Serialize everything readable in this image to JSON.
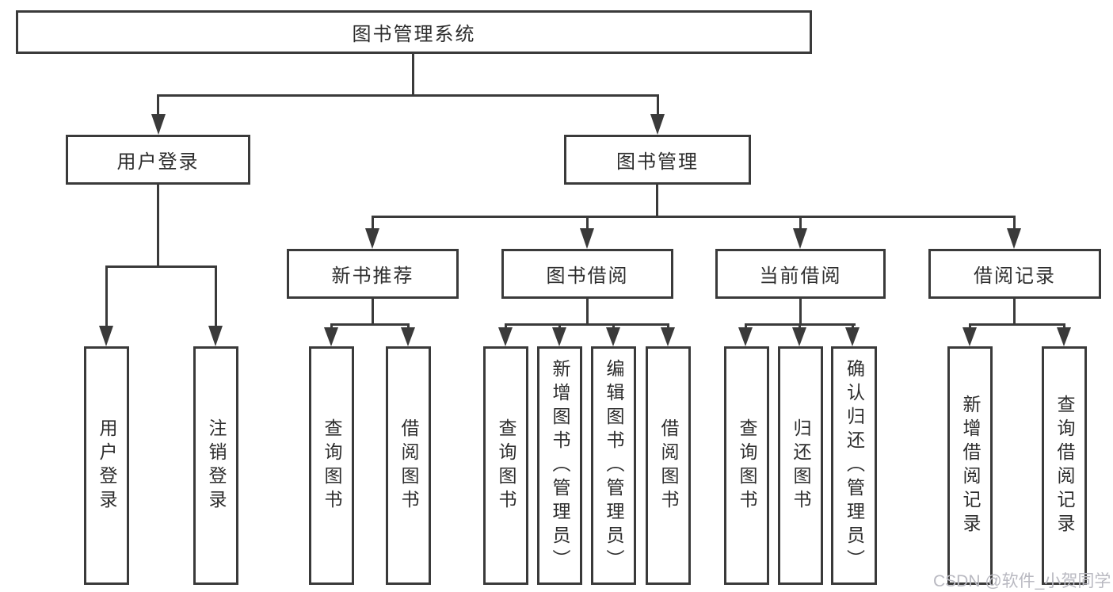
{
  "diagram_title": "图书管理系统",
  "watermark": "CSDN @软件_小贺同学",
  "colors": {
    "line": "#3a3a3a",
    "background": "#ffffff",
    "watermark_text": "#b9b9c1"
  },
  "nodes": {
    "root": {
      "label": "图书管理系统"
    },
    "user_login": {
      "label": "用户登录"
    },
    "book_mgmt": {
      "label": "图书管理"
    },
    "leaf_user_login": {
      "label": "用户登录"
    },
    "leaf_logout": {
      "label": "注销登录"
    },
    "new_book_rec": {
      "label": "新书推荐"
    },
    "book_borrow": {
      "label": "图书借阅"
    },
    "current_borrow": {
      "label": "当前借阅"
    },
    "borrow_records": {
      "label": "借阅记录"
    },
    "nbr_query_book": {
      "label": "查询图书"
    },
    "nbr_borrow_book": {
      "label": "借阅图书"
    },
    "bb_query_book": {
      "label": "查询图书"
    },
    "bb_add_book": {
      "label": "新增图书（管理员）"
    },
    "bb_edit_book": {
      "label": "编辑图书（管理员）"
    },
    "bb_borrow_book": {
      "label": "借阅图书"
    },
    "cb_query_book": {
      "label": "查询图书"
    },
    "cb_return_book": {
      "label": "归还图书"
    },
    "cb_confirm_return": {
      "label": "确认归还（管理员）"
    },
    "br_add_record": {
      "label": "新增借阅记录"
    },
    "br_query_record": {
      "label": "查询借阅记录"
    }
  },
  "edges": [
    [
      "root",
      "user_login"
    ],
    [
      "root",
      "book_mgmt"
    ],
    [
      "user_login",
      "leaf_user_login"
    ],
    [
      "user_login",
      "leaf_logout"
    ],
    [
      "book_mgmt",
      "new_book_rec"
    ],
    [
      "book_mgmt",
      "book_borrow"
    ],
    [
      "book_mgmt",
      "current_borrow"
    ],
    [
      "book_mgmt",
      "borrow_records"
    ],
    [
      "new_book_rec",
      "nbr_query_book"
    ],
    [
      "new_book_rec",
      "nbr_borrow_book"
    ],
    [
      "book_borrow",
      "bb_query_book"
    ],
    [
      "book_borrow",
      "bb_add_book"
    ],
    [
      "book_borrow",
      "bb_edit_book"
    ],
    [
      "book_borrow",
      "bb_borrow_book"
    ],
    [
      "current_borrow",
      "cb_query_book"
    ],
    [
      "current_borrow",
      "cb_return_book"
    ],
    [
      "current_borrow",
      "cb_confirm_return"
    ],
    [
      "borrow_records",
      "br_add_record"
    ],
    [
      "borrow_records",
      "br_query_record"
    ]
  ]
}
